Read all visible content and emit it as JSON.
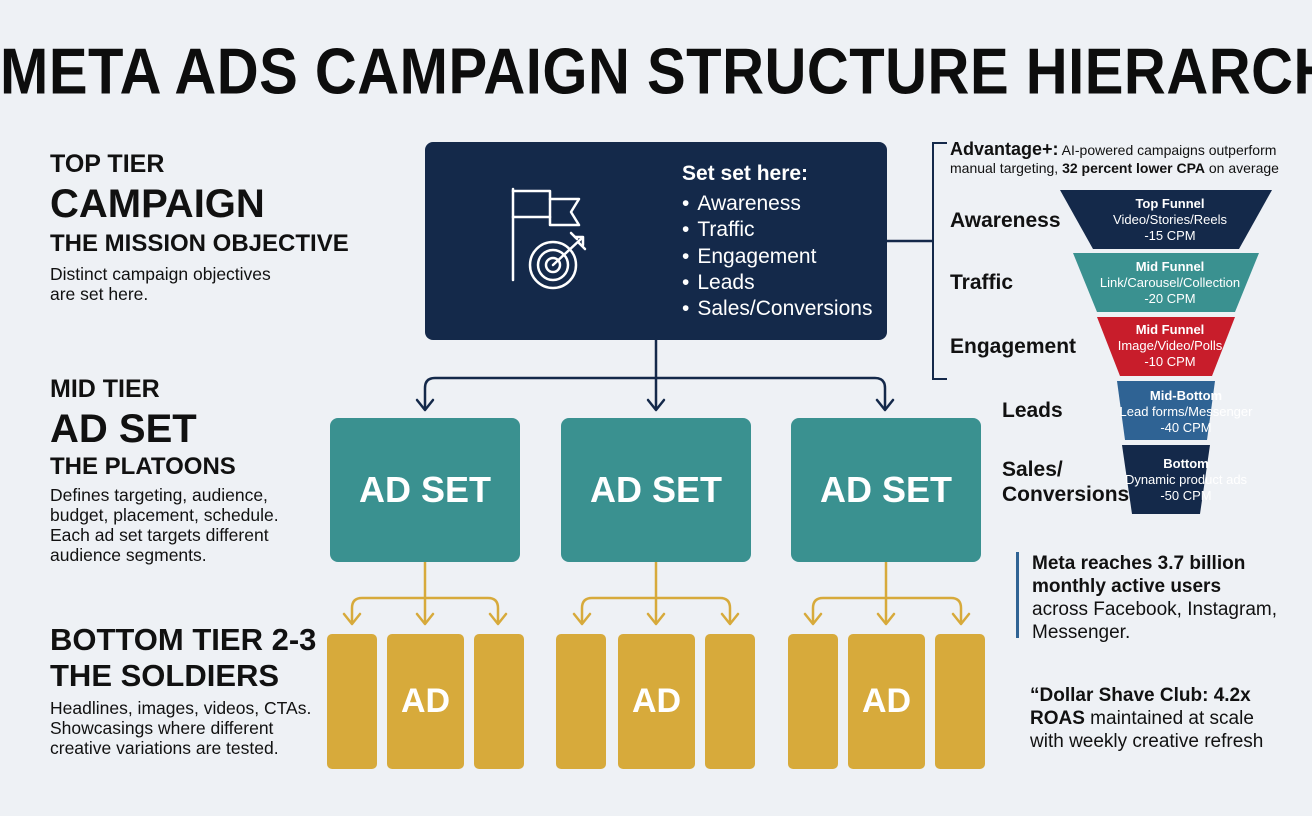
{
  "title": "META ADS CAMPAIGN STRUCTURE HIERARCHY",
  "tiers": {
    "top": {
      "label": "TOP TIER",
      "name": "CAMPAIGN",
      "sub": "THE MISSION OBJECTIVE",
      "desc": [
        "Distinct campaign objectives",
        "are set here."
      ]
    },
    "mid": {
      "label": "MID TIER",
      "name": "AD SET",
      "sub": "THE PLATOONS",
      "desc": [
        "Defines targeting, audience,",
        "budget, placement, schedule.",
        "Each ad set targets different",
        "audience segments."
      ]
    },
    "bottom": {
      "label": "BOTTOM TIER  2-3",
      "sub": "THE SOLDIERS",
      "desc": [
        "Headlines, images, videos, CTAs.",
        "Showcasings where different",
        "creative variations are tested."
      ]
    }
  },
  "campaign_box": {
    "heading": "Set set here:",
    "objectives": [
      "Awareness",
      "Traffic",
      "Engagement",
      "Leads",
      "Sales/Conversions"
    ]
  },
  "ad_sets": [
    "AD SET",
    "AD SET",
    "AD SET"
  ],
  "ads": [
    "AD",
    "AD",
    "AD"
  ],
  "advantage": {
    "lead": "Advantage+:",
    "text1": " AI-powered campaigns outperform",
    "text2": "manual targeting, ",
    "bold": "32 percent lower CPA",
    "text3": " on average"
  },
  "funnel": {
    "stages": [
      "Awareness",
      "Traffic",
      "Engagement",
      "Leads",
      "Sales/",
      "Conversions"
    ],
    "levels": [
      {
        "title": "Top Funnel",
        "formats": "Video/Stories/Reels",
        "cpm": "-15 CPM",
        "color": "#14294a"
      },
      {
        "title": "Mid Funnel",
        "formats": "Link/Carousel/Collection",
        "cpm": "-20 CPM",
        "color": "#3a9190"
      },
      {
        "title": "Mid Funnel",
        "formats": "Image/Video/Polls",
        "cpm": "-10 CPM",
        "color": "#c81d2b"
      },
      {
        "title": "Mid-Bottom",
        "formats": "Lead forms/Messenger",
        "cpm": "-40 CPM",
        "color": "#2f6394"
      },
      {
        "title": "Bottom",
        "formats": "Dynamic product ads",
        "cpm": "-50 CPM",
        "color": "#14294a"
      }
    ]
  },
  "facts": {
    "reach": {
      "bold1": "Meta reaches 3.7 billion",
      "bold2": "monthly active users",
      "text1": "across Facebook, Instagram,",
      "text2": "Messenger."
    },
    "case": {
      "line1": "“Dollar Shave Club: 4.2x",
      "bold": "ROAS",
      "line2rest": " maintained at scale",
      "line3": "with weekly creative refresh"
    }
  },
  "colors": {
    "navy": "#14294a",
    "teal": "#3a9190",
    "gold": "#d7aa3b",
    "red": "#c81d2b",
    "blue": "#2f6394"
  }
}
